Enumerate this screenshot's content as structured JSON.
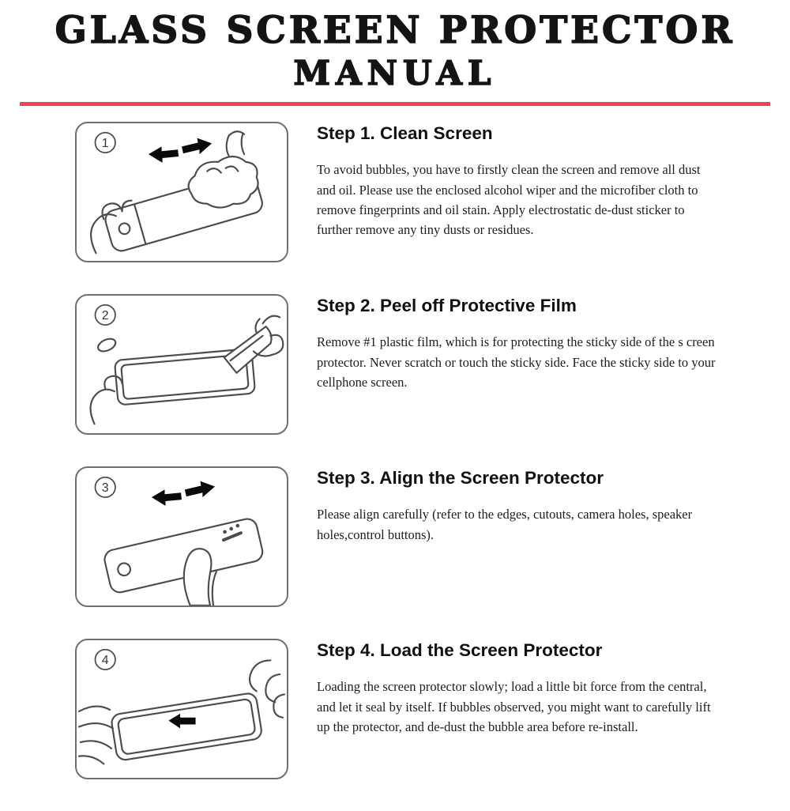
{
  "header": {
    "title_line1": "GLASS SCREEN PROTECTOR",
    "title_line2": "MANUAL",
    "divider_color": "#ee4458"
  },
  "steps": [
    {
      "number": "1",
      "title": "Step 1. Clean Screen",
      "body": "To avoid bubbles, you have to firstly clean the screen and remove all dust and oil. Please use the enclosed alcohol wiper and the microfiber cloth to remove fingerprints and oil stain. Apply electrostatic de-dust sticker to further remove any tiny dusts or residues.",
      "illustration": "phone-wiped-with-cloth"
    },
    {
      "number": "2",
      "title": "Step 2. Peel off Protective Film",
      "body": "Remove #1 plastic film, which is for protecting the sticky side of the s creen protector. Never scratch or touch the sticky side. Face the sticky side to your cellphone screen.",
      "illustration": "film-peeled-off-phone"
    },
    {
      "number": "3",
      "title": "Step 3. Align the Screen Protector",
      "body": "Please align carefully (refer to the edges, cutouts, camera holes, speaker holes,control buttons).",
      "illustration": "finger-aligning-protector"
    },
    {
      "number": "4",
      "title": "Step 4. Load the Screen Protector",
      "body": "Loading the screen protector slowly; load a little bit force from the central, and let it seal by itself. If bubbles observed, you might want to carefully lift up the protector, and de-dust the bubble area before re-install.",
      "illustration": "hands-loading-protector"
    }
  ]
}
